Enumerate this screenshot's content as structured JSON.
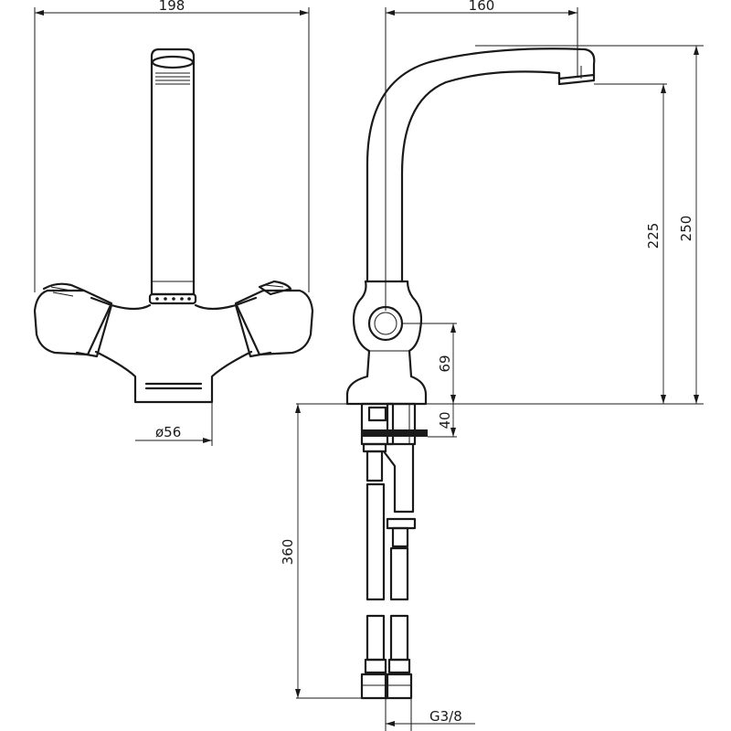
{
  "dimensions": {
    "front_width": "198",
    "side_reach": "160",
    "outlet_height": "225",
    "total_height": "250",
    "base_diameter": "ø56",
    "body_height": "69",
    "max_deck_thickness": "40",
    "hose_length": "360",
    "connection_thread": "G3/8"
  },
  "colors": {
    "line": "#1a1a1a",
    "background": "#ffffff"
  }
}
